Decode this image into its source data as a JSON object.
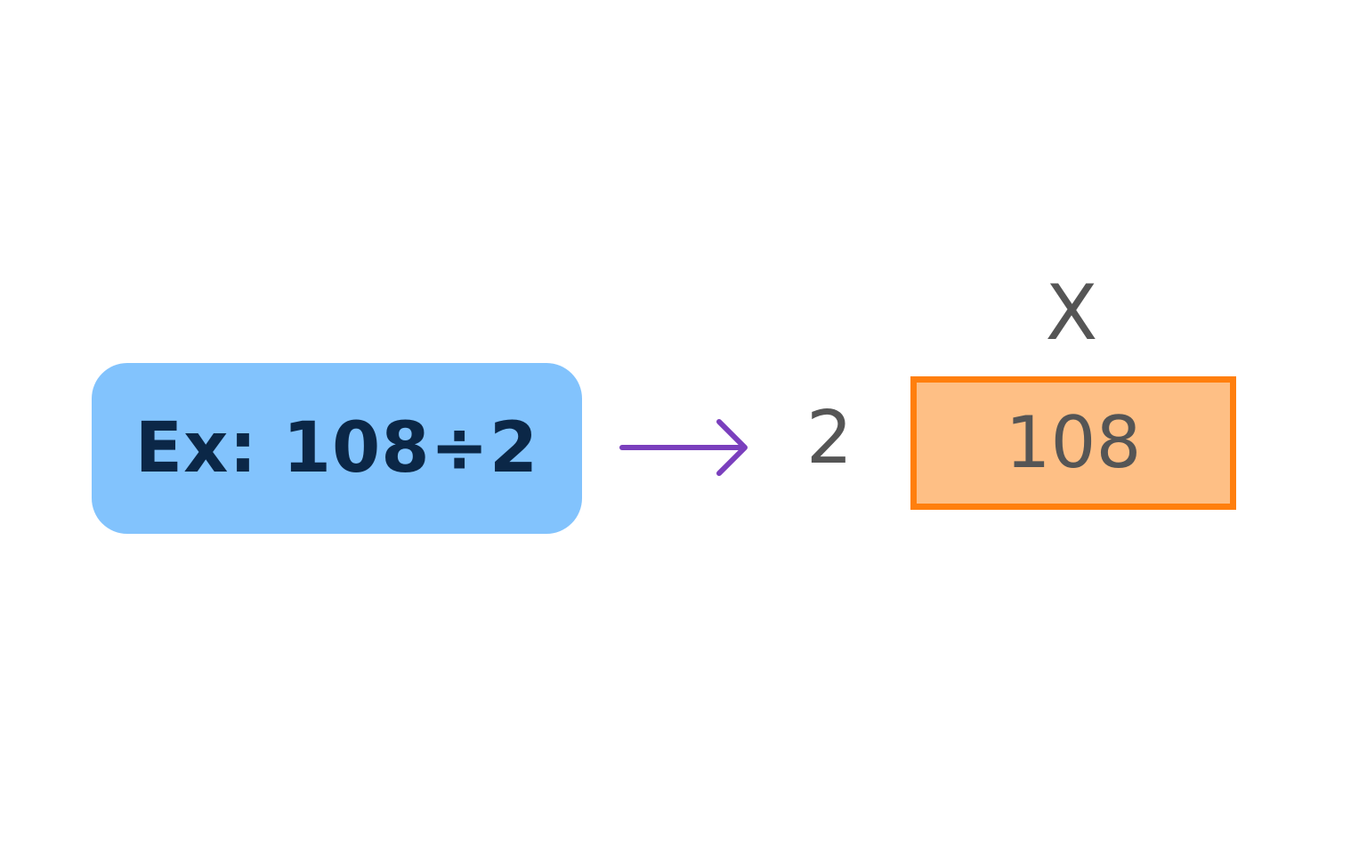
{
  "example": {
    "text": "Ex: 108÷2"
  },
  "divisor": {
    "text": "2"
  },
  "dividend": {
    "text": "108"
  },
  "quotient": {
    "text": "X"
  },
  "colors": {
    "example_fill": "#82c3fd",
    "example_text": "#0b2747",
    "arrow": "#7a3fbd",
    "number_text": "#555555",
    "dividend_fill": "#febf85",
    "dividend_border": "#ff7f0e"
  }
}
